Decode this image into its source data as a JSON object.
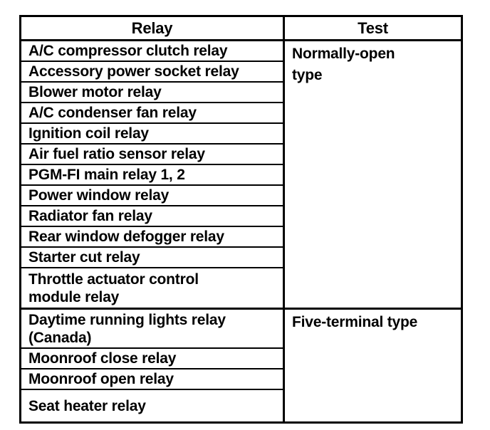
{
  "table": {
    "columns": [
      "Relay",
      "Test"
    ],
    "sections": [
      {
        "test_type": "Normally-open\ntype",
        "relays": [
          "A/C compressor clutch relay",
          "Accessory power socket relay",
          "Blower motor relay",
          "A/C condenser fan relay",
          "Ignition coil relay",
          "Air fuel ratio sensor relay",
          "PGM-FI main relay 1, 2",
          "Power window relay",
          "Radiator fan relay",
          "Rear window defogger relay",
          "Starter cut relay",
          "Throttle actuator control\nmodule relay"
        ]
      },
      {
        "test_type": "Five-terminal type",
        "relays": [
          "Daytime running lights relay\n(Canada)",
          "Moonroof close relay",
          "Moonroof open relay",
          "Seat heater relay"
        ]
      }
    ],
    "colors": {
      "border": "#000000",
      "text": "#000000",
      "background": "#ffffff"
    }
  }
}
